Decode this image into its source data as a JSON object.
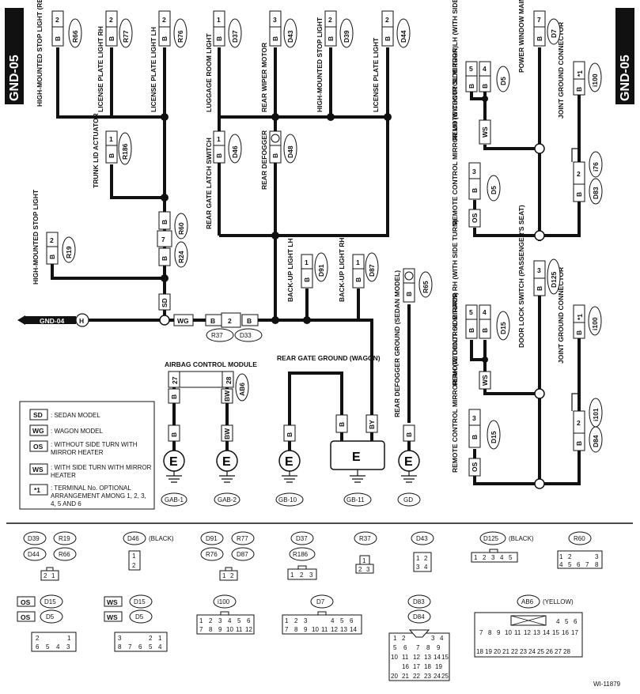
{
  "page": {
    "side_label": "GND-05",
    "figure_id": "WI-11879"
  },
  "components": [
    {
      "id": "R66",
      "name": "HIGH-MOUNTED STOP LIGHT (REAR SPOILER)",
      "pin": "2",
      "wire": "B"
    },
    {
      "id": "R77",
      "name": "LICENSE PLATE LIGHT RH",
      "pin": "2",
      "wire": "B"
    },
    {
      "id": "R76",
      "name": "LICENSE PLATE LIGHT LH",
      "pin": "2",
      "wire": "B"
    },
    {
      "id": "D37",
      "name": "LUGGAGE ROOM LIGHT",
      "pin": "1",
      "wire": "B"
    },
    {
      "id": "D43",
      "name": "REAR WIPER MOTOR",
      "pin": "3",
      "wire": "B"
    },
    {
      "id": "D39",
      "name": "HIGH-MOUNTED STOP LIGHT",
      "pin": "2",
      "wire": "B"
    },
    {
      "id": "D44",
      "name": "LICENSE PLATE LIGHT",
      "pin": "2",
      "wire": "B"
    },
    {
      "id": "R186",
      "name": "TRUNK LID ACTUATOR",
      "pin": "1",
      "wire": "B"
    },
    {
      "id": "D46",
      "name": "REAR GATE LATCH SWITCH",
      "pin": "1",
      "wire": "B"
    },
    {
      "id": "D48",
      "name": "REAR DEFOGGER",
      "pin": "",
      "wire": "B"
    },
    {
      "id": "R19",
      "name": "HIGH-MOUNTED STOP LIGHT",
      "pin": "2",
      "wire": "B"
    },
    {
      "id": "D91",
      "name": "BACK-UP LIGHT LH",
      "pin": "1",
      "wire": "B"
    },
    {
      "id": "D87",
      "name": "BACK-UP LIGHT RH",
      "pin": "1",
      "wire": "B"
    },
    {
      "id": "R65",
      "name": "REAR DEFOGGER GROUND (SEDAN MODEL)",
      "pin": "",
      "wire": "B"
    },
    {
      "id": "D5",
      "name": "REMOTE CONTROL MIRROR LH (WITH SIDE TURN)",
      "pins": [
        "5",
        "4"
      ],
      "wire": "B"
    },
    {
      "id": "D7",
      "name": "POWER WINDOW MAIN SWITCH",
      "pin": "7",
      "wire": "B"
    },
    {
      "id": "i100",
      "name": "JOINT GROUND CONNECTOR",
      "pin": "*1",
      "wire": "B"
    },
    {
      "id": "D5b",
      "name": "REMOTE CONTROL MIRROR LH (WITHOUT SIDE TURN)",
      "pin": "3",
      "wire": "B"
    },
    {
      "id": "D125",
      "name": "DOOR LOCK SWITCH (PASSENGER'S SEAT)",
      "pin": "3",
      "wire": "B"
    },
    {
      "id": "D15",
      "name": "REMOTE CONTROL MIRROR RH (WITH SIDE TURN)",
      "pins": [
        "5",
        "4"
      ],
      "wire": "B"
    },
    {
      "id": "i100b",
      "name": "JOINT GROUND CONNECTOR",
      "pin": "*1",
      "wire": "B"
    },
    {
      "id": "D15b",
      "name": "REMOTE CONTROL MIRROR RH (WITHOUT SIDE TURN)",
      "pin": "3",
      "wire": "B"
    },
    {
      "id": "AB6",
      "name": "AIRBAG CONTROL MODULE",
      "pins": [
        "27",
        "28"
      ],
      "wires": [
        "B",
        "BW"
      ]
    }
  ],
  "connectors_inline": [
    {
      "id": "R60",
      "pin": "B"
    },
    {
      "id": "R24",
      "pin": "7"
    },
    {
      "id": "R37",
      "pin": "2"
    },
    {
      "id": "D33",
      "pin": "B"
    },
    {
      "id": "i76",
      "pin": "2"
    },
    {
      "id": "D83",
      "pin": "B"
    },
    {
      "id": "i101",
      "pin": "2"
    },
    {
      "id": "D84",
      "pin": "B"
    }
  ],
  "grounds": [
    {
      "id": "GAB-1",
      "wire": "B"
    },
    {
      "id": "GAB-2",
      "wire": "BW"
    },
    {
      "id": "GB-10",
      "wire": "B"
    },
    {
      "id": "GB-11",
      "wire": "B"
    },
    {
      "id": "GD",
      "wire": "B"
    }
  ],
  "ground_title_wagon": "REAR GATE GROUND (WAGON)",
  "ground_symbol": "E",
  "from_label": "GND-04",
  "from_marker": "H",
  "wire_tags": {
    "sd": "SD",
    "wg": "WG",
    "ws": "WS",
    "os": "OS",
    "b": "B",
    "bw": "BW",
    "by": "BY"
  },
  "legend": [
    {
      "key": "SD",
      "text": ": SEDAN MODEL"
    },
    {
      "key": "WG",
      "text": ": WAGON MODEL"
    },
    {
      "key": "OS",
      "text": ": WITHOUT SIDE TURN WITH MIRROR HEATER"
    },
    {
      "key": "WS",
      "text": ": WITH SIDE TURN WITH MIRROR HEATER"
    },
    {
      "key": "*1",
      "text": ": TERMINAL No. OPTIONAL ARRANGEMENT AMONG 1, 2, 3, 4, 5 AND 6"
    }
  ],
  "connector_views": [
    {
      "ids": [
        "D39",
        "R19",
        "D44",
        "R66"
      ],
      "pins": [
        "2",
        "1"
      ],
      "note": ""
    },
    {
      "ids": [
        "D46"
      ],
      "pins": [
        "1",
        "2"
      ],
      "note": "(BLACK)"
    },
    {
      "ids": [
        "D91",
        "R77",
        "R76",
        "D87"
      ],
      "pins": [
        "1",
        "2"
      ],
      "note": ""
    },
    {
      "ids": [
        "D37",
        "R186"
      ],
      "pins": [
        "1",
        "2",
        "3"
      ],
      "note": ""
    },
    {
      "ids": [
        "R37"
      ],
      "pins": [
        "1",
        "2",
        "3"
      ],
      "note": ""
    },
    {
      "ids": [
        "D43"
      ],
      "pins": [
        "1",
        "2",
        "3",
        "4"
      ],
      "note": ""
    },
    {
      "ids": [
        "D125"
      ],
      "pins": [
        "1",
        "2",
        "3",
        "4",
        "5"
      ],
      "note": "(BLACK)"
    },
    {
      "ids": [
        "R60"
      ],
      "pins": [
        "1",
        "2",
        "3",
        "4",
        "5",
        "6",
        "7",
        "8"
      ],
      "note": ""
    },
    {
      "ids": [
        "D15",
        "D5"
      ],
      "tags": [
        "OS",
        "OS"
      ],
      "pins": [
        "2",
        "1",
        "6",
        "5",
        "4",
        "3"
      ],
      "note": ""
    },
    {
      "ids": [
        "D15",
        "D5"
      ],
      "tags": [
        "WS",
        "WS"
      ],
      "pins": [
        "3",
        "2",
        "1",
        "8",
        "7",
        "6",
        "5",
        "4"
      ],
      "note": ""
    },
    {
      "ids": [
        "i100"
      ],
      "pins": [
        "1",
        "2",
        "3",
        "4",
        "5",
        "6",
        "7",
        "8",
        "9",
        "10",
        "11",
        "12"
      ],
      "note": ""
    },
    {
      "ids": [
        "D7"
      ],
      "pins": [
        "1",
        "2",
        "3",
        "4",
        "5",
        "6",
        "7",
        "8",
        "9",
        "10",
        "11",
        "12",
        "13",
        "14"
      ],
      "note": ""
    },
    {
      "ids": [
        "D83",
        "D84"
      ],
      "pins": [
        "1",
        "2",
        "3",
        "4",
        "5",
        "6",
        "7",
        "8",
        "9",
        "10",
        "11",
        "12",
        "13",
        "14",
        "15",
        "16",
        "17",
        "18",
        "19",
        "20",
        "21",
        "22",
        "23",
        "24",
        "25"
      ],
      "note": ""
    },
    {
      "ids": [
        "AB6"
      ],
      "pins": [
        "4",
        "5",
        "6",
        "7",
        "8",
        "9",
        "10",
        "11",
        "12",
        "13",
        "14",
        "15",
        "16",
        "17",
        "18",
        "19",
        "20",
        "21",
        "22",
        "23",
        "24",
        "25",
        "26",
        "27",
        "28"
      ],
      "note": "(YELLOW)"
    }
  ]
}
